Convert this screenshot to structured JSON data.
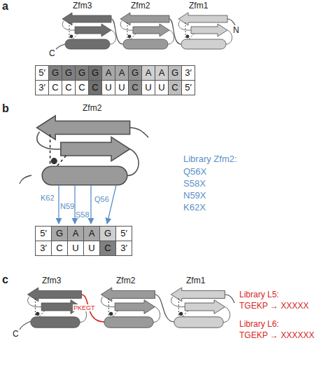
{
  "diagram": {
    "labels": [
      "a",
      "Zfm3",
      "Zfm2",
      "Zfm1",
      "N",
      "C",
      "5′",
      "G",
      "G",
      "G",
      "G",
      "A",
      "A",
      "G",
      "A",
      "A",
      "G",
      "3′",
      "3′",
      "C",
      "C",
      "C",
      "C",
      "U",
      "U",
      "C",
      "U",
      "U",
      "C",
      "5′",
      "b",
      "Zfm2",
      "Library Zfm2:",
      "Q56X",
      "S58X",
      "N59X",
      "K62X",
      "K62",
      "N59",
      "S58",
      "Q56",
      "5′",
      "G",
      "A",
      "A",
      "G",
      "5′",
      "3′",
      "C",
      "U",
      "U",
      "C",
      "3′",
      "c",
      "Zfm3",
      "Zfm2",
      "Zfm1",
      "C",
      "PKEGT",
      "Library L5:",
      "TGEKP → XXXXX",
      "Library L6:",
      "TGEKP → XXXXXX"
    ]
  }
}
